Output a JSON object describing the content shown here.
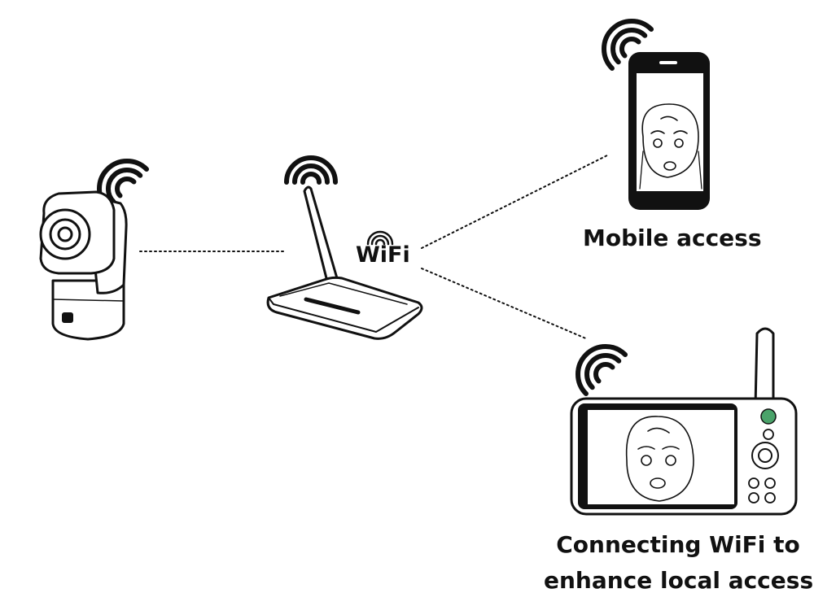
{
  "labels": {
    "router": "WiFi",
    "mobile": "Mobile access",
    "monitor_line1": "Connecting WiFi to",
    "monitor_line2": "enhance local access"
  },
  "icons": [
    "camera-icon",
    "router-icon",
    "smartphone-icon",
    "baby-monitor-icon",
    "wifi-signal-icon"
  ],
  "colors": {
    "stroke": "#111111",
    "background": "#ffffff",
    "accent": "#4aa36a"
  }
}
